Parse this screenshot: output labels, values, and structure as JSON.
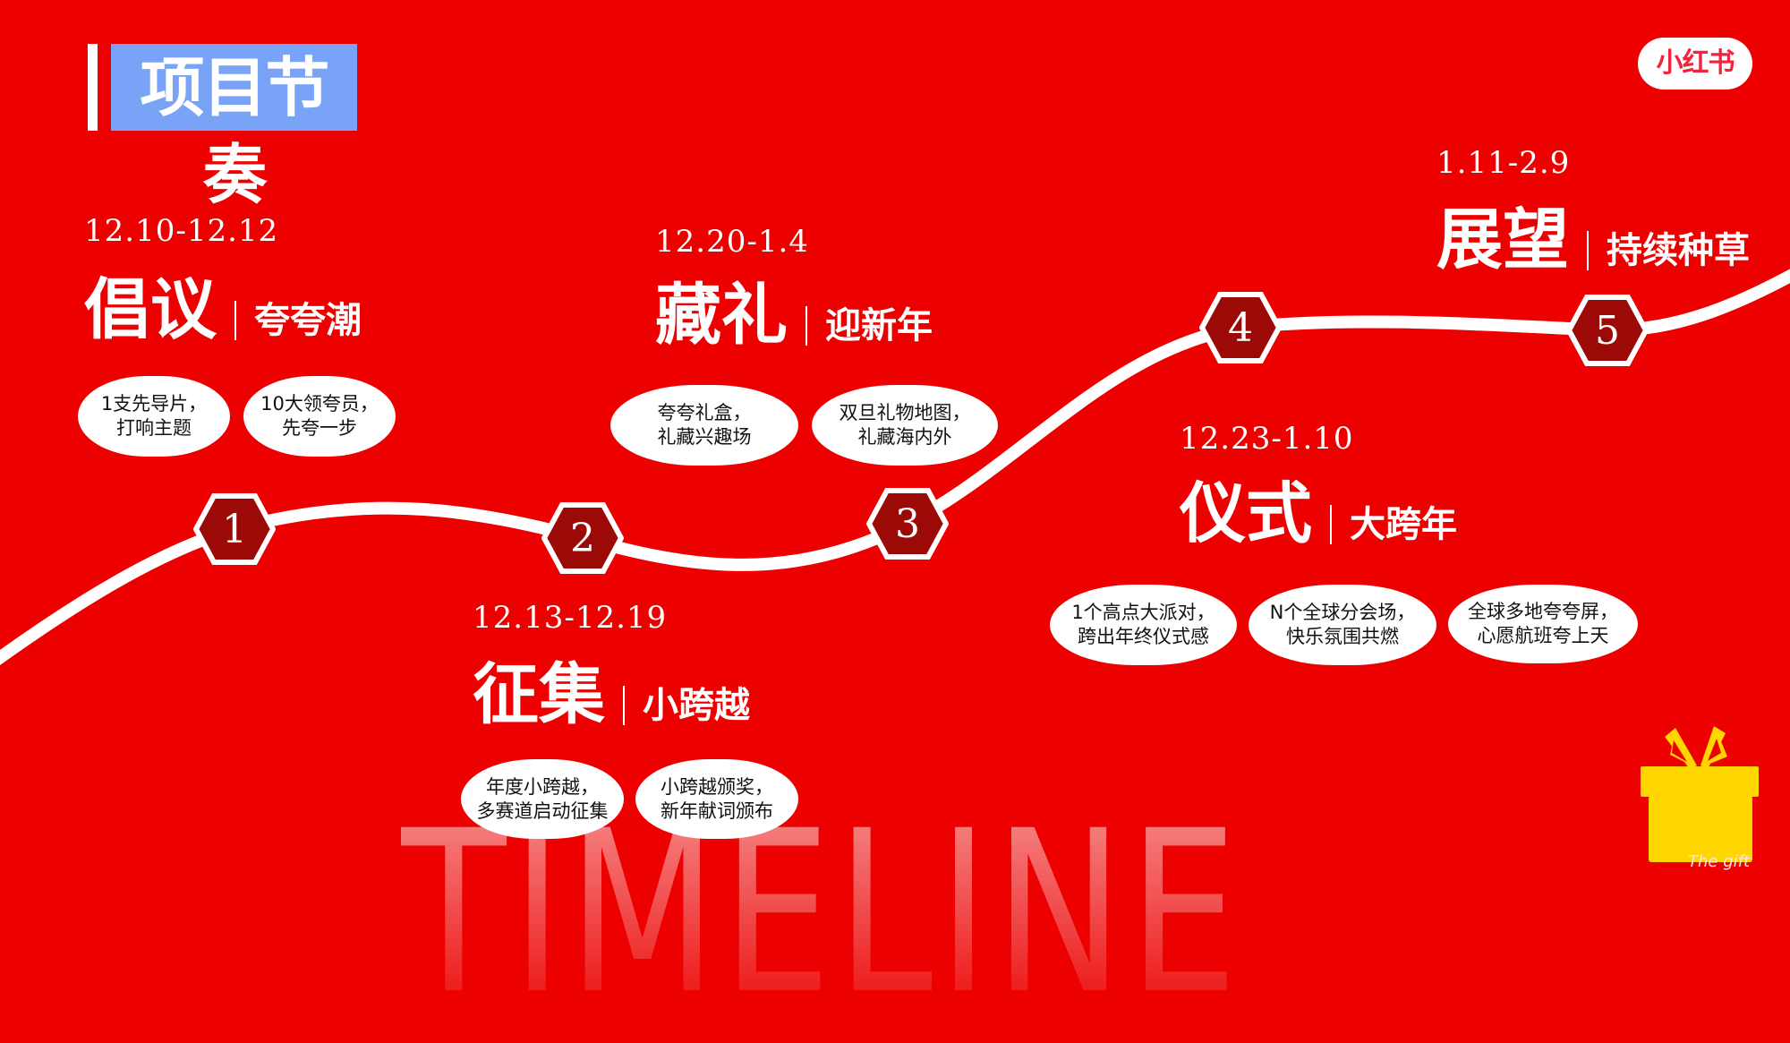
{
  "header": {
    "title": "项目节奏",
    "highlight_color": "#79a3f6"
  },
  "logo": {
    "text": "小红书",
    "color": "#f0243c"
  },
  "colors": {
    "background": "#ec0000",
    "hexagon_fill": "#9b0a06",
    "curve": "#ffffff",
    "gift": "#ffd600"
  },
  "watermark": {
    "text": "TIMELINE"
  },
  "phases": [
    {
      "step": "1",
      "date": "12.10-12.12",
      "title": "倡议",
      "subtitle": "夸夸潮",
      "items": [
        {
          "line1": "1支先导片，",
          "line2": "打响主题"
        },
        {
          "line1": "10大领夸员，",
          "line2": "先夸一步"
        }
      ]
    },
    {
      "step": "2",
      "date": "12.13-12.19",
      "title": "征集",
      "subtitle": "小跨越",
      "items": [
        {
          "line1": "年度小跨越，",
          "line2": "多赛道启动征集"
        },
        {
          "line1": "小跨越颁奖，",
          "line2": "新年献词颁布"
        }
      ]
    },
    {
      "step": "3",
      "date": "12.20-1.4",
      "title": "藏礼",
      "subtitle": "迎新年",
      "items": [
        {
          "line1": "夸夸礼盒，",
          "line2": "礼藏兴趣场"
        },
        {
          "line1": "双旦礼物地图，",
          "line2": "礼藏海内外"
        }
      ]
    },
    {
      "step": "4",
      "date": "12.23-1.10",
      "title": "仪式",
      "subtitle": "大跨年",
      "items": [
        {
          "line1": "1个高点大派对，",
          "line2": "跨出年终仪式感"
        },
        {
          "line1": "N个全球分会场，",
          "line2": "快乐氛围共燃"
        },
        {
          "line1": "全球多地夸夸屏，",
          "line2": "心愿航班夸上天"
        }
      ]
    },
    {
      "step": "5",
      "date": "1.11-2.9",
      "title": "展望",
      "subtitle": "持续种草",
      "items": []
    }
  ],
  "gift": {
    "caption": "The gift",
    "icon": "gift-box-icon"
  }
}
